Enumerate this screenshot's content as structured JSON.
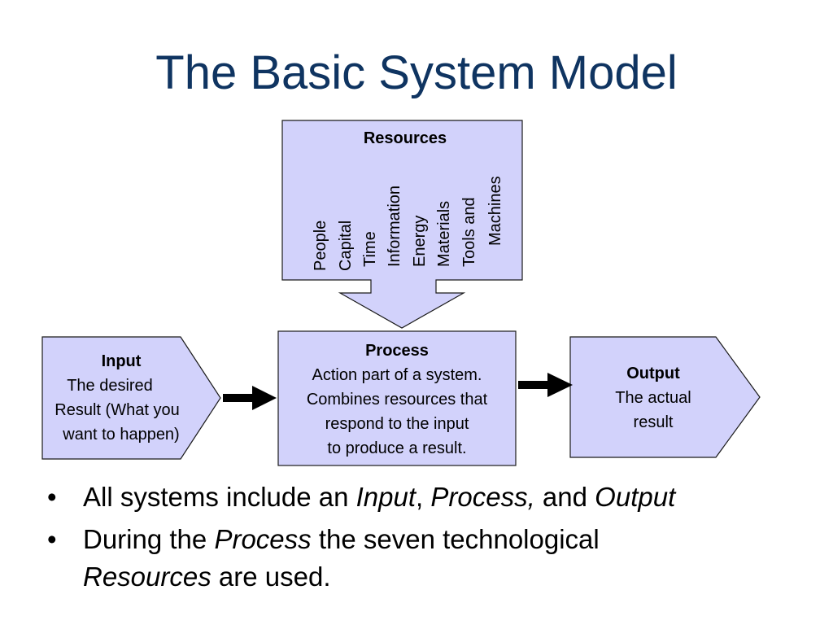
{
  "title": "The Basic System Model",
  "resources": {
    "heading": "Resources",
    "items": [
      "People",
      "Capital",
      "Time",
      "Information",
      "Energy",
      "Materials",
      "Tools and",
      "Machines"
    ]
  },
  "input": {
    "heading": "Input",
    "lines": [
      "The desired",
      "Result (What you",
      "want to happen)"
    ]
  },
  "process": {
    "heading": "Process",
    "lines": [
      "Action part of a system.",
      "Combines resources that",
      "respond to the input",
      "to produce a result."
    ]
  },
  "output": {
    "heading": "Output",
    "lines": [
      "The actual",
      "result"
    ]
  },
  "bullets": [
    {
      "parts": [
        {
          "text": "All systems include an ",
          "italic": false
        },
        {
          "text": "Input",
          "italic": true
        },
        {
          "text": ", ",
          "italic": false
        },
        {
          "text": "Process,",
          "italic": true
        },
        {
          "text": " and ",
          "italic": false
        },
        {
          "text": "Output",
          "italic": true
        }
      ]
    },
    {
      "parts": [
        {
          "text": "During the ",
          "italic": false
        },
        {
          "text": "Process",
          "italic": true
        },
        {
          "text": " the seven technological ",
          "italic": false
        },
        {
          "text": "Resources",
          "italic": true
        },
        {
          "text": " are used.",
          "italic": false
        }
      ]
    }
  ],
  "colors": {
    "title": "#0f3461",
    "shape_fill": "#d2d2fb",
    "shape_stroke": "#1a1a1a",
    "arrow": "#000000"
  }
}
